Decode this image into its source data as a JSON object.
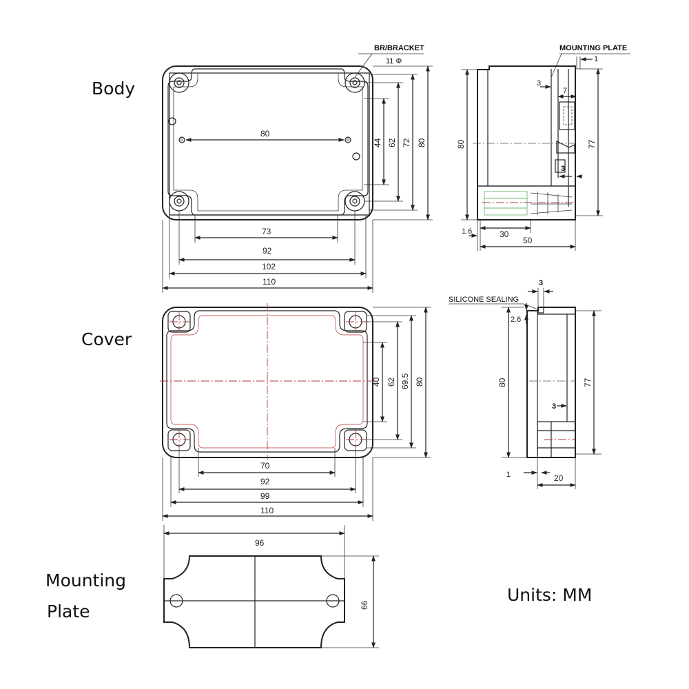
{
  "labels": {
    "body": "Body",
    "cover": "Cover",
    "mounting_plate_line1": "Mounting",
    "mounting_plate_line2": "Plate",
    "units": "Units: MM"
  },
  "body_view": {
    "bracket_note": "BR/BRACKET",
    "hole_dia": "11 Φ",
    "dims": {
      "hole_span": "80",
      "inner_bottom": "73",
      "hole_pitch": "92",
      "flange": "102",
      "overall": "110",
      "v_inner": "44",
      "v_pitch": "62",
      "v_flange": "72",
      "v_overall": "80"
    }
  },
  "body_side": {
    "mounting_plate_note": "MOUNTING PLATE",
    "dims": {
      "plate_t": "1",
      "gap_a": "3",
      "gap_b": "7",
      "height": "80",
      "inner_height": "77",
      "wall": "3",
      "base": "1.6",
      "boss": "30",
      "depth": "50"
    }
  },
  "cover_view": {
    "dims": {
      "inner_bottom": "70",
      "hole_pitch": "92",
      "flange": "99",
      "overall": "110",
      "v_inner": "40",
      "v_pitch": "62",
      "v_flange": "69.5",
      "v_overall": "80"
    }
  },
  "cover_side": {
    "sealing_note": "SILICONE SEALING",
    "dims": {
      "seal_w": "3",
      "seal_gap": "2.6",
      "height": "80",
      "inner_height": "77",
      "wall": "3",
      "base": "1",
      "depth": "20"
    }
  },
  "plate_view": {
    "dims": {
      "width": "96",
      "height": "66"
    }
  }
}
